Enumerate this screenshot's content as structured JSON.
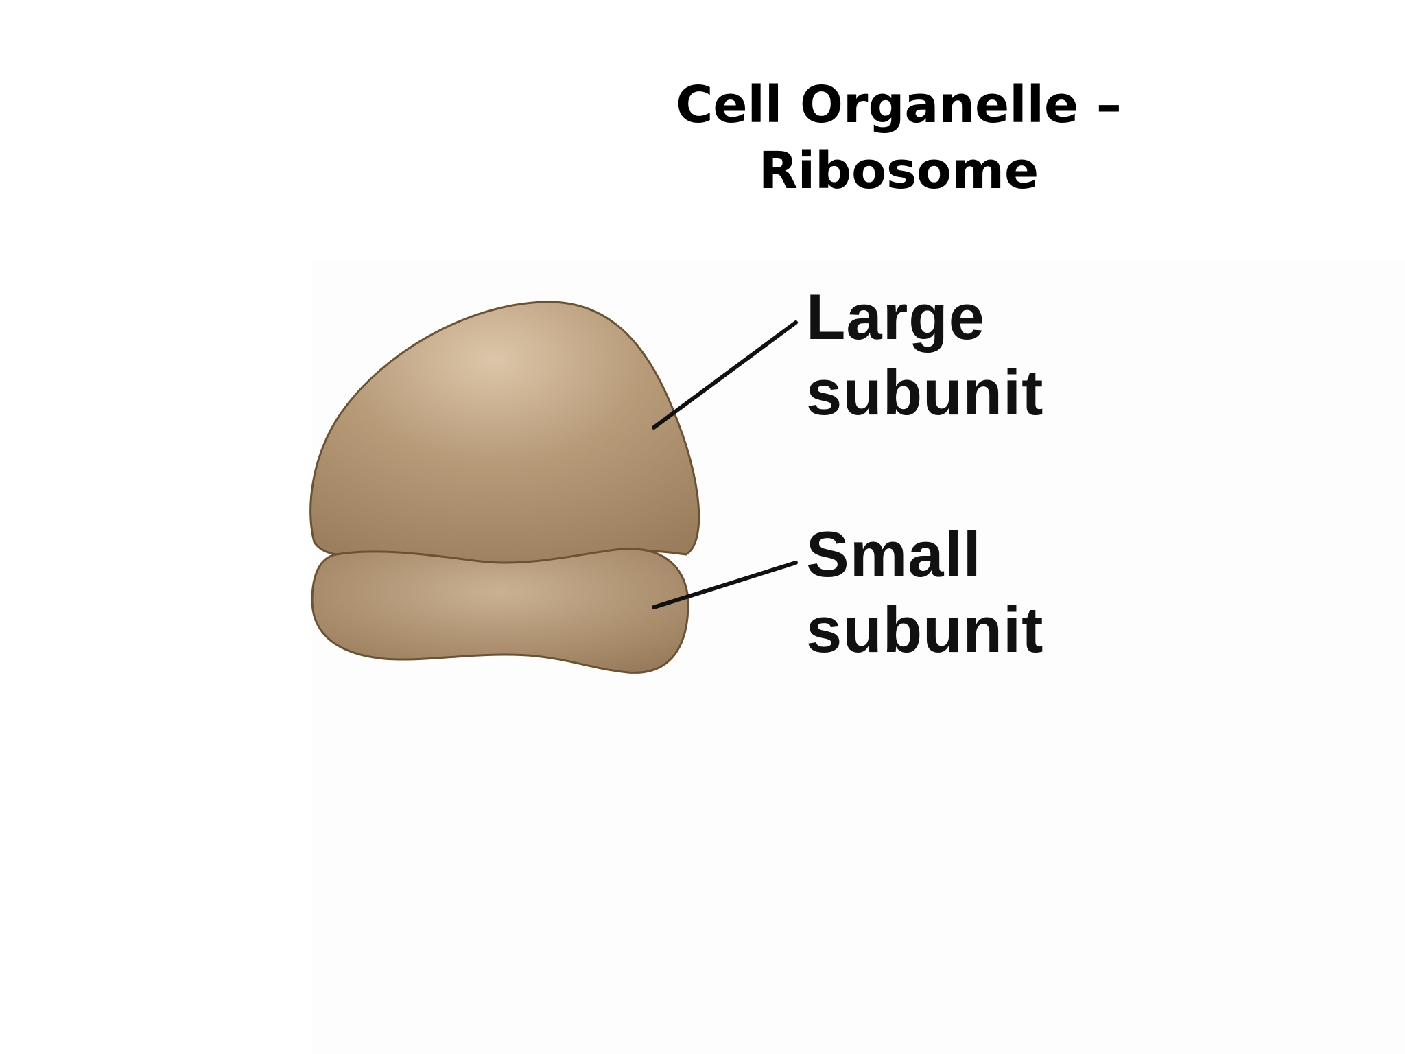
{
  "title": {
    "line1": "Cell Organelle –",
    "line2": "Ribosome"
  },
  "labels": {
    "large": {
      "line1": "Large",
      "line2": "subunit"
    },
    "small": {
      "line1": "Small",
      "line2": "subunit"
    }
  },
  "colors": {
    "subunit_fill": "#a4896a",
    "subunit_highlight": "#d9c3a6",
    "subunit_outline": "#6b5233",
    "leader_line": "#111111"
  }
}
